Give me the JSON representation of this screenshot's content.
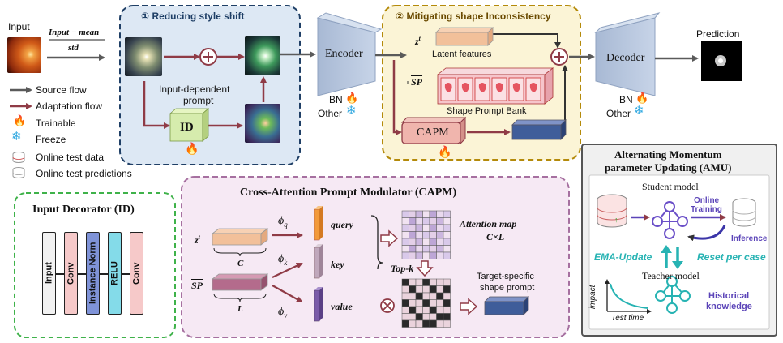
{
  "input": {
    "label": "Input",
    "formula_top": "Input − mean",
    "formula_bottom": "std"
  },
  "legend": {
    "source_flow": "Source flow",
    "adaptation_flow": "Adaptation flow",
    "trainable": "Trainable",
    "freeze": "Freeze",
    "online_test_data": "Online test data",
    "online_test_predictions": "Online test predictions"
  },
  "style_shift": {
    "title": "① Reducing style shift",
    "prompt_label_1": "Input-dependent",
    "prompt_label_2": "prompt",
    "id_block": "ID"
  },
  "encoder": {
    "label": "Encoder",
    "bn": "BN",
    "other": "Other"
  },
  "shape": {
    "title": "② Mitigating shape Inconsistency",
    "z_label": "z",
    "z_sup": "t",
    "latent_features": "Latent features",
    "sp_label": "SP",
    "bank_label": "Shape Prompt Bank",
    "capm_block": "CAPM"
  },
  "decoder": {
    "label": "Decoder",
    "bn": "BN",
    "other": "Other"
  },
  "prediction": {
    "label": "Prediction"
  },
  "input_decorator": {
    "title": "Input Decorator (ID)",
    "layers": [
      "Input",
      "Conv",
      "Instance Norm",
      "RELU",
      "Conv"
    ],
    "colors": [
      "#f2f2f2",
      "#f6c9c9",
      "#7f93d8",
      "#84dbe9",
      "#f6c9c9"
    ]
  },
  "capm": {
    "title": "Cross-Attention Prompt Modulator (CAPM)",
    "z_label": "z",
    "z_sup": "t",
    "c_label": "C",
    "sp_label": "SP",
    "l_label": "L",
    "phi_q": "ϕ",
    "phi_q_sub": "q",
    "phi_k": "ϕ",
    "phi_k_sub": "k",
    "phi_v": "ϕ",
    "phi_v_sub": "v",
    "query": "query",
    "key": "key",
    "value": "value",
    "attention_map": "Attention map",
    "attention_dims": "C×L",
    "topk": "Top-k",
    "target_1": "Target-specific",
    "target_2": "shape prompt",
    "multiply": "⊗"
  },
  "amu": {
    "title_1": "Alternating Momentum",
    "title_2": "parameter Updating (AMU)",
    "student": "Student model",
    "online_training_1": "Online",
    "online_training_2": "Training",
    "inference": "Inference",
    "ema_update": "EMA-Update",
    "reset": "Reset per case",
    "teacher": "Teacher model",
    "impact": "impact",
    "test_time": "Test time",
    "historical_1": "Historical",
    "historical_2": "knowledge"
  },
  "colors": {
    "source_flow": "#5a5a5a",
    "adaptation_flow": "#8f3b46",
    "style_box": "#dde8f4",
    "style_border": "#1f3f66",
    "shape_box": "#fbf4d6",
    "shape_border": "#b48a0a",
    "capm_box": "#f6e9f4",
    "capm_border": "#a670a0",
    "id_border": "#3fb24a",
    "amu_bg": "#f0f0f0",
    "teal": "#27b3b3",
    "purple": "#5b44b8"
  }
}
